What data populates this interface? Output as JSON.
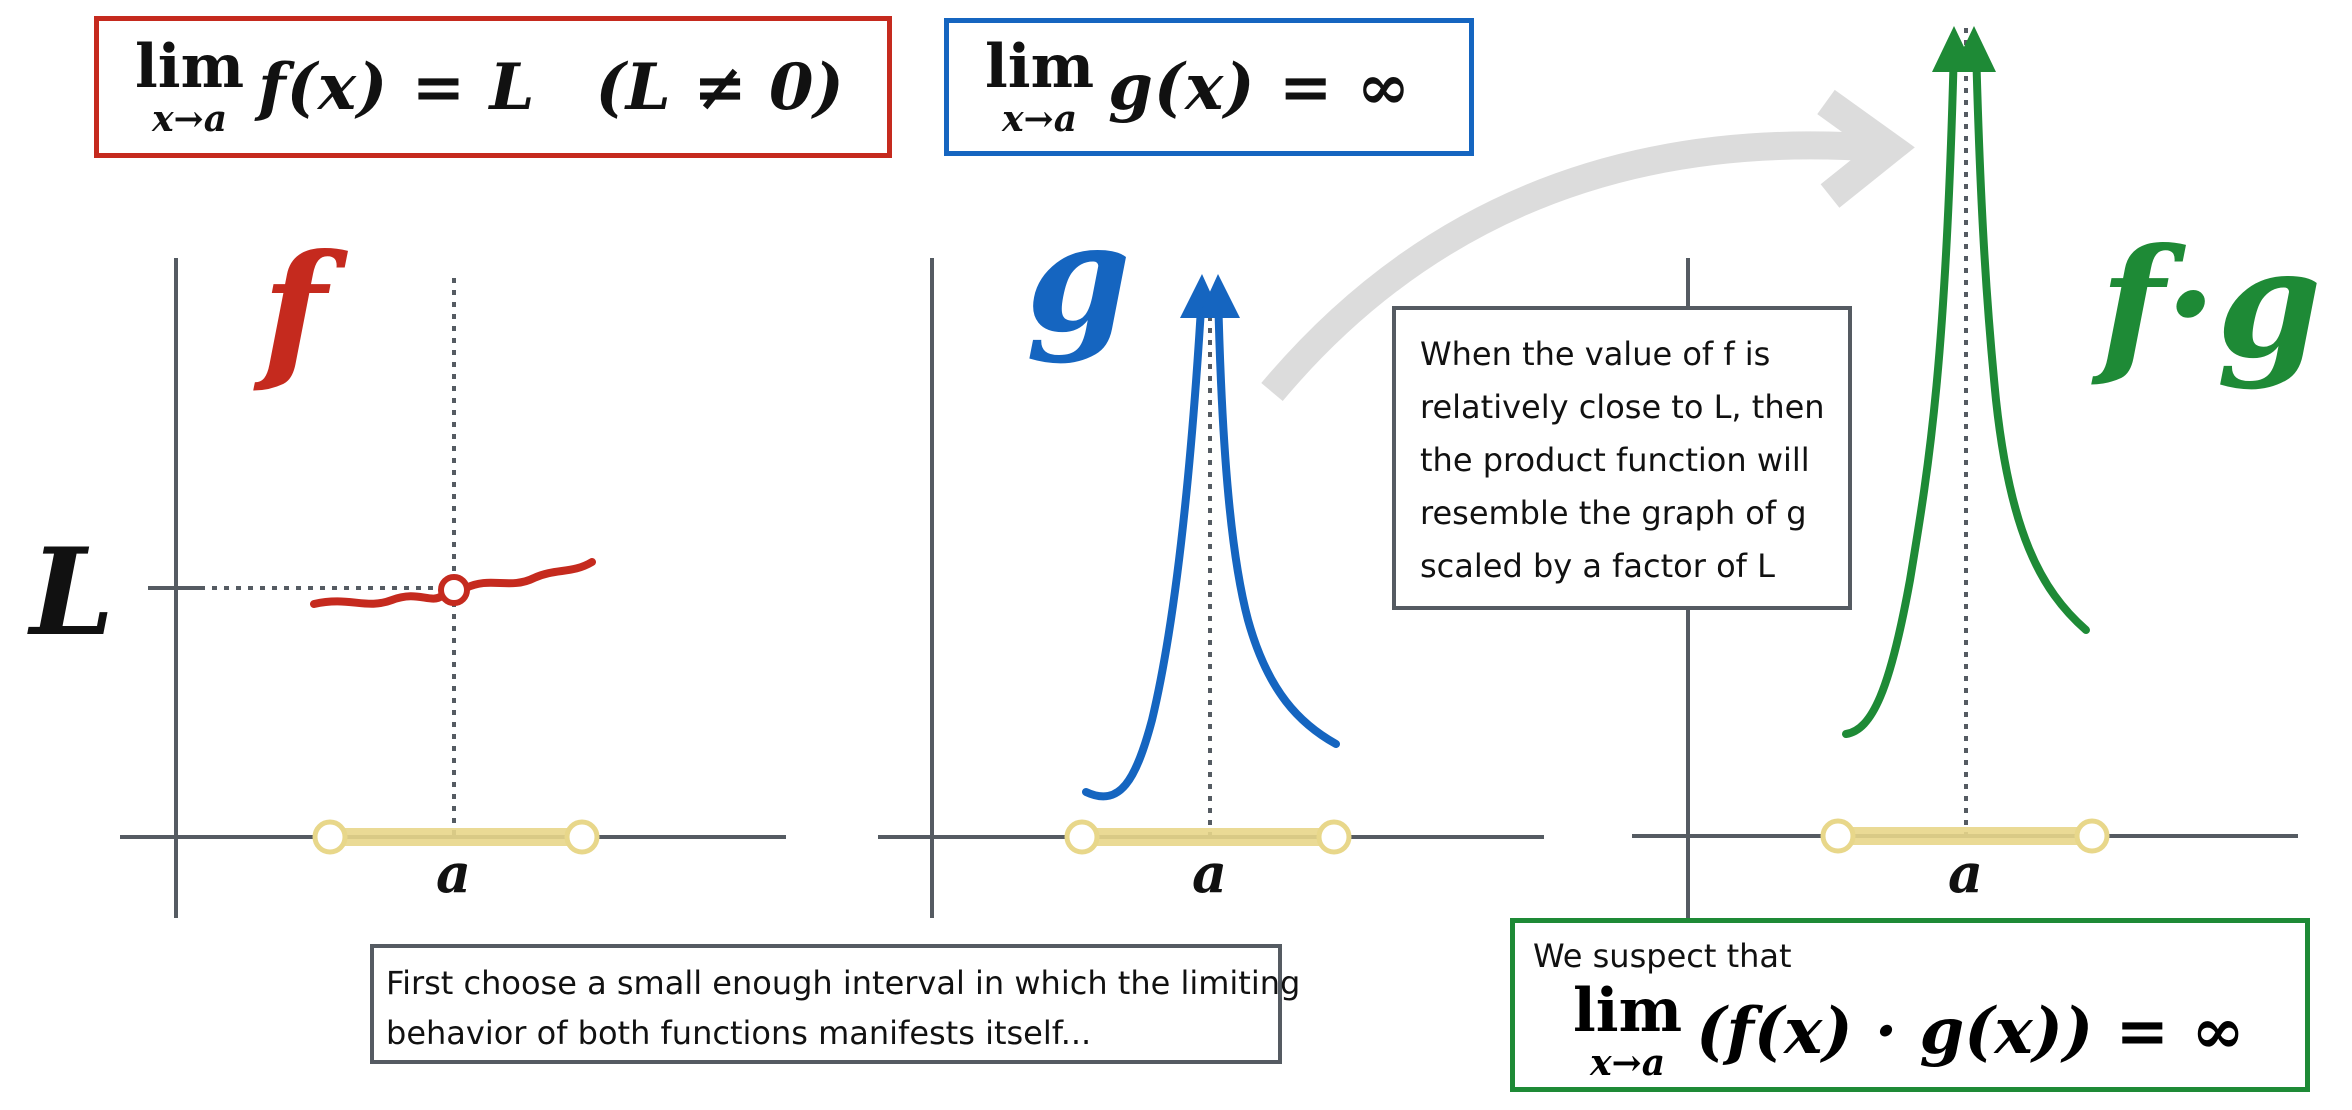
{
  "colors": {
    "f": "#c52a1e",
    "g": "#1565c0",
    "fg": "#1e8a36",
    "axis": "#555b62",
    "interval": "#e8d78a",
    "arrow": "#dcdcdc"
  },
  "top_left_box": {
    "lim": "lim",
    "sub": "x→a",
    "expr": "f(x) = L",
    "condition": "(L ≠ 0)"
  },
  "top_middle_box": {
    "lim": "lim",
    "sub": "x→a",
    "expr": "g(x) = ∞"
  },
  "panels": {
    "f": {
      "label": "f",
      "level_label": "L",
      "x_label": "a"
    },
    "g": {
      "label": "g",
      "x_label": "a"
    },
    "fg": {
      "label": "f·g",
      "x_label": "a"
    }
  },
  "note_right": {
    "lines": [
      "When the value of f is",
      "relatively close to L, then",
      "the product function will",
      "resemble the graph of g",
      "scaled by a factor of L"
    ]
  },
  "note_bottom": {
    "lines": [
      "First choose a small enough interval in which the limiting",
      "behavior of both functions manifests itself..."
    ]
  },
  "conclusion": {
    "intro": "We suspect that",
    "lim": "lim",
    "sub": "x→a",
    "expr": "(f(x) · g(x)) = ∞"
  }
}
